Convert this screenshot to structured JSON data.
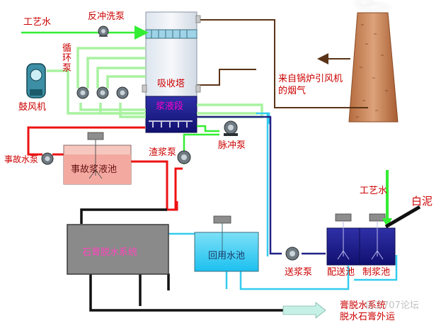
{
  "labels": {
    "process_water_top": "工艺水",
    "backwash_pump": "反冲洗泵",
    "recirc_pump": "循环泵",
    "blower": "鼓风机",
    "absorber": "吸收塔",
    "slurry_section": "浆液段",
    "flue_gas": "来自锅炉引风机的烟气",
    "pulse_pump": "脉冲泵",
    "accident_pump": "事故水泵",
    "accident_tank": "事故浆液池",
    "slag_pump": "渣浆泵",
    "dewatering_system": "石膏脱水系统",
    "reuse_tank": "回用水池",
    "transfer_pump": "送浆泵",
    "distribution_tank": "配送池",
    "slurry_prep_tank": "制浆池",
    "process_water_right": "工艺水",
    "lime_mud": "白泥",
    "gypsum_out": "膏脱水系统\n脱水石膏外运",
    "watermark": "化工707论坛"
  },
  "colors": {
    "water": "#33ee33",
    "slurry_red": "#ee1111",
    "return_water": "#33ccee",
    "slurry_blue": "#222288",
    "flue": "#5a3316",
    "black": "#111111",
    "red_text": "#cc0000"
  }
}
